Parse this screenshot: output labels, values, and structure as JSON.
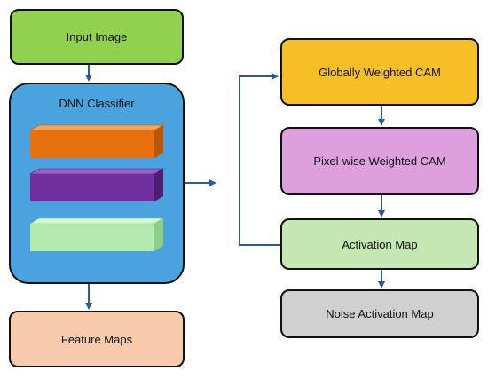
{
  "nodes": {
    "input_image": "Input Image",
    "dnn_classifier": "DNN Classifier",
    "feature_maps": "Feature Maps",
    "globally_weighted_cam": "Globally Weighted CAM",
    "pixelwise_weighted_cam": "Pixel-wise Weighted CAM",
    "activation_map": "Activation Map",
    "noise_activation_map": "Noise Activation Map"
  },
  "colors": {
    "input_image": "#92d050",
    "dnn_classifier": "#4aa3df",
    "feature_maps": "#f8cbad",
    "globally_weighted_cam": "#f6bf26",
    "pixelwise_weighted_cam": "#dda0dd",
    "activation_map": "#c5e7b3",
    "noise_activation_map": "#d0d0d0",
    "layer_orange": "#e8700f",
    "layer_purple": "#7030a0",
    "layer_green": "#b4eab0",
    "arrow": "#2e5a9a"
  }
}
